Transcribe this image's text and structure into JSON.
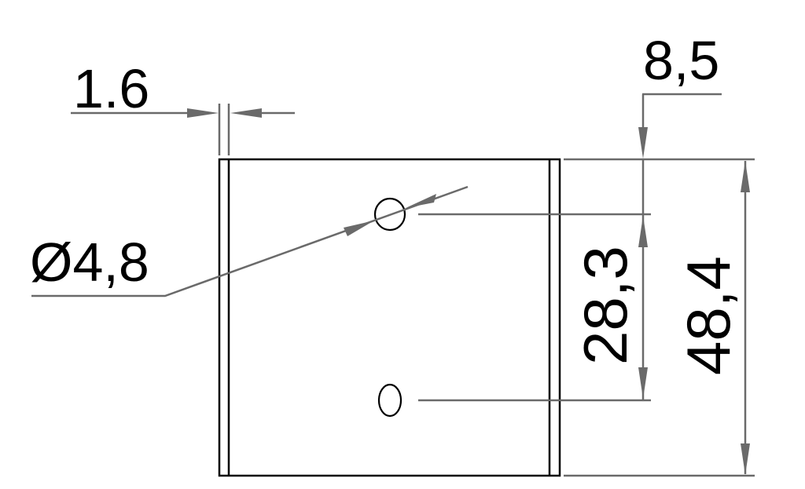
{
  "drawing": {
    "type": "technical-dimension-drawing",
    "units_implied": "mm",
    "colors": {
      "part_outline": "#000000",
      "dimension_lines": "#6a6a6a",
      "background": "#ffffff"
    },
    "dimensions": {
      "wall_thickness": {
        "label": "1.6"
      },
      "top_hole_offset": {
        "label": "8,5"
      },
      "hole_diameter": {
        "label": "Ø4,8"
      },
      "hole_spacing": {
        "label": "28,3"
      },
      "overall_height": {
        "label": "48,4"
      }
    },
    "features": {
      "holes": [
        {
          "name": "top-hole"
        },
        {
          "name": "bottom-hole"
        }
      ]
    }
  }
}
